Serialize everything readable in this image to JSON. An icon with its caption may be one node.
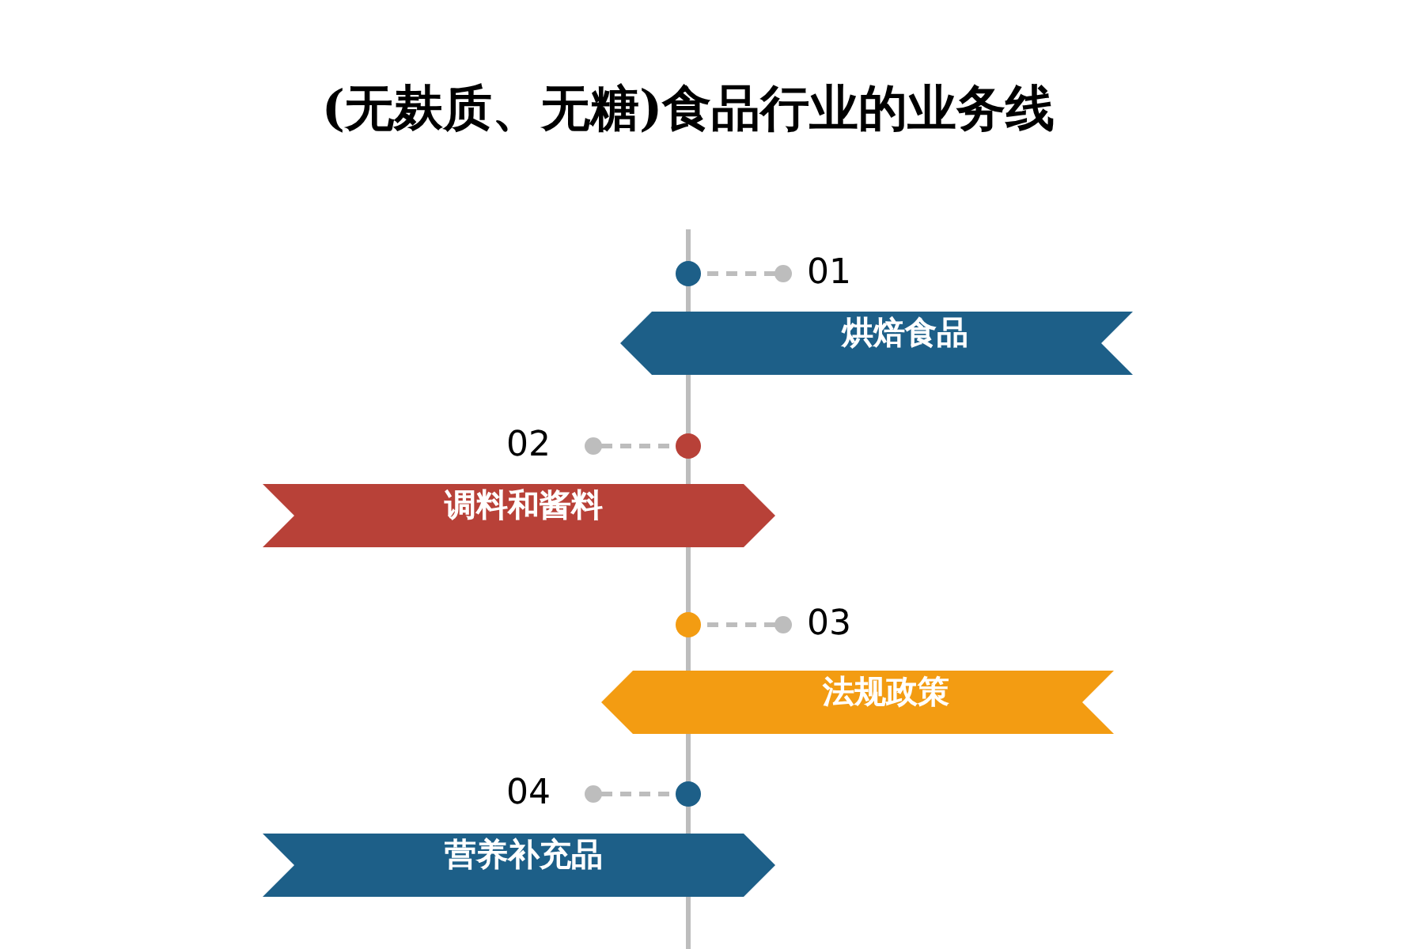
{
  "diagram": {
    "title": "(无麸质、无糖)食品行业的业务线",
    "nodes": [
      {
        "text": [
          "烘焙食品"
        ]
      },
      {
        "text": [
          "调料和酱料"
        ]
      },
      {
        "text": [
          "法规政策"
        ]
      },
      {
        "text": [
          "营养补充品"
        ]
      }
    ],
    "labels": [
      "01",
      "02",
      "03",
      "04"
    ]
  }
}
